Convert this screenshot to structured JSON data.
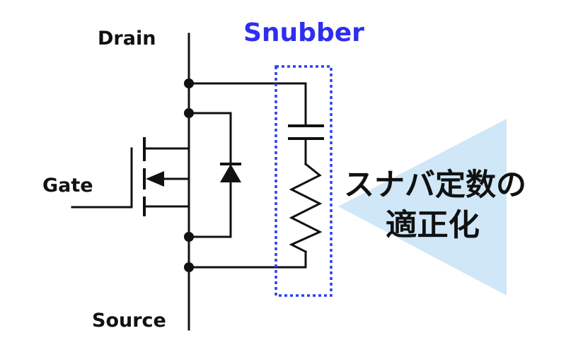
{
  "labels": {
    "drain": "Drain",
    "gate": "Gate",
    "source": "Source",
    "snubber": "Snubber",
    "callout_line1": "スナバ定数の",
    "callout_line2": "適正化"
  },
  "colors": {
    "snubber_title": "#2e2ef0",
    "snubber_box": "#2a3ff0",
    "callout_fill": "#cfe7f7",
    "wire": "#111111"
  },
  "icons": [
    "mosfet-symbol",
    "diode-symbol",
    "capacitor-symbol",
    "resistor-symbol"
  ]
}
